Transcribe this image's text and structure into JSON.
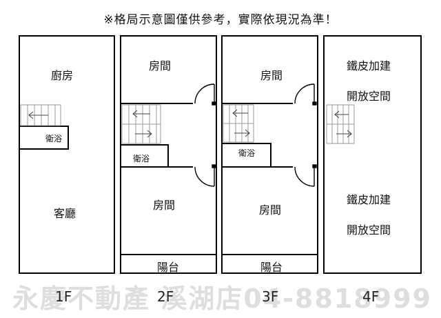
{
  "notice": "※格局示意圖僅供參考，實際依現況為準！",
  "floors": {
    "f1": {
      "label": "1F",
      "kitchen": "廚房",
      "bath": "衛浴",
      "living": "客廳"
    },
    "f2": {
      "label": "2F",
      "room_top": "房間",
      "bath": "衛浴",
      "room_bottom": "房間",
      "balcony": "陽台"
    },
    "f3": {
      "label": "3F",
      "room_top": "房間",
      "bath": "衛浴",
      "room_bottom": "房間",
      "balcony": "陽台"
    },
    "f4": {
      "label": "4F",
      "upper_line1": "鐵皮加建",
      "upper_line2": "開放空間",
      "lower_line1": "鐵皮加建",
      "lower_line2": "開放空間"
    }
  },
  "watermark": "永慶不動產 溪湖店04-8818999"
}
